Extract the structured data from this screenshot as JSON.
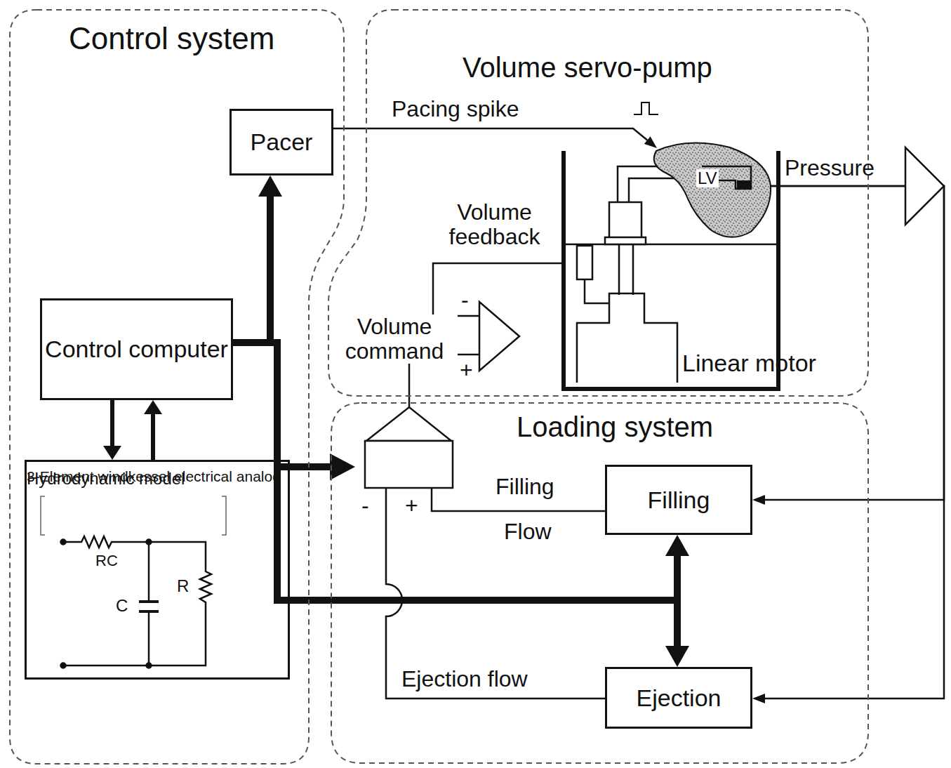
{
  "diagram": {
    "nodes": [
      {
        "text": [
          "Control system"
        ]
      },
      {
        "text": [
          "Pacer"
        ],
        "in": 0
      },
      {
        "text": [
          "Control computer"
        ],
        "in": 0
      },
      {
        "text": [
          "Hydrodynamic model",
          "3-Element windkessel electrical analog"
        ],
        "in": 0
      },
      {
        "text": [
          "Volume servo-pump"
        ]
      },
      {
        "text": [
          "LV"
        ],
        "in": 4
      },
      {
        "text": [
          "Linear motor"
        ],
        "in": 4
      },
      {
        "text": [
          "Loading system"
        ]
      },
      {
        "text": [
          "Filling"
        ],
        "in": 7
      },
      {
        "text": [
          "Ejection"
        ],
        "in": 7
      }
    ],
    "edges": [
      {
        "from": 2,
        "to": 1,
        "arrow": "to"
      },
      {
        "from": 2,
        "to": 8,
        "arrow": "to"
      },
      {
        "from": 2,
        "to": 9,
        "arrow": "to"
      },
      {
        "from": 2,
        "to": 3,
        "arrow": "to"
      },
      {
        "from": 3,
        "to": 2,
        "arrow": "to"
      },
      {
        "from": 1,
        "to": 5,
        "label": "Pacing spike",
        "arrow": "to"
      },
      {
        "from": 5,
        "to": 8,
        "arrow": "to"
      },
      {
        "from": 5,
        "to": 9,
        "arrow": "to"
      }
    ],
    "labels": [
      "Pressure",
      "Volume feedback",
      "-",
      "Volume command",
      "+",
      "-",
      "+",
      "Filling",
      "Flow",
      "Ejection flow",
      "RC",
      "C",
      "R"
    ]
  }
}
